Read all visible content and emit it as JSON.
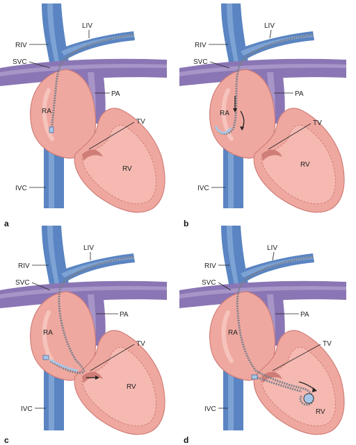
{
  "colors": {
    "vein": "#5a84c2",
    "vein_light": "#8cb0dc",
    "artery": "#8a76b4",
    "artery_light": "#b3a3d0",
    "heart": "#efa8a0",
    "heart_dark": "#cf7d77",
    "heart_light": "#f8cac3",
    "catheter": "#7a7f8a",
    "catheter_tip": "#a7c7e8",
    "label": "#222222"
  },
  "panels": [
    {
      "id": "a",
      "letter": "a",
      "labels": {
        "liv": "LIV",
        "riv": "RIV",
        "svc": "SVC",
        "pa": "PA",
        "ra": "RA",
        "tv": "TV",
        "rv": "RV",
        "ivc": "IVC"
      }
    },
    {
      "id": "b",
      "letter": "b",
      "labels": {
        "liv": "LIV",
        "riv": "RIV",
        "svc": "SVC",
        "pa": "PA",
        "ra": "RA",
        "tv": "TV",
        "rv": "RV",
        "ivc": "IVC"
      }
    },
    {
      "id": "c",
      "letter": "c",
      "labels": {
        "liv": "LIV",
        "riv": "RIV",
        "svc": "SVC",
        "pa": "PA",
        "ra": "RA",
        "tv": "TV",
        "rv": "RV",
        "ivc": "IVC"
      }
    },
    {
      "id": "d",
      "letter": "d",
      "labels": {
        "liv": "LIV",
        "riv": "RIV",
        "svc": "SVC",
        "pa": "PA",
        "ra": "RA",
        "tv": "TV",
        "rv": "RV",
        "ivc": "IVC"
      }
    }
  ]
}
